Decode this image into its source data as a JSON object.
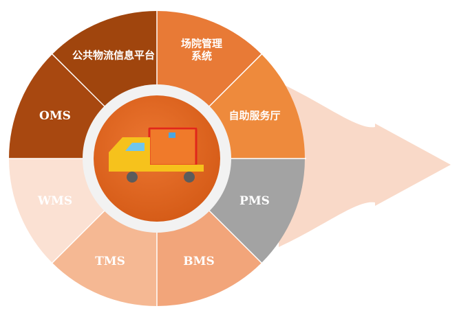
{
  "colors": {
    "arrow": "#f9d9c8",
    "divider": "#ffffff",
    "hub_ring": "#f2f2f2",
    "hub_fill": "#ec7631",
    "hub_fill_dark": "#d45a16"
  },
  "segments": [
    {
      "id": "public-logistics",
      "label_lines": [
        "公共物流信息平台"
      ],
      "fill": "#a0450d",
      "text_color": "#ffffff"
    },
    {
      "id": "yard-management",
      "label_lines": [
        "场院管理",
        "系统"
      ],
      "fill": "#e87a36",
      "text_color": "#ffffff"
    },
    {
      "id": "self-service-hall",
      "label_lines": [
        "自助服务厅"
      ],
      "fill": "#ee8a3c",
      "text_color": "#ffffff"
    },
    {
      "id": "pms",
      "label_lines": [
        "PMS"
      ],
      "fill": "#a3a3a3",
      "text_color": "#ffffff"
    },
    {
      "id": "bms",
      "label_lines": [
        "BMS"
      ],
      "fill": "#f2a57a",
      "text_color": "#ffffff"
    },
    {
      "id": "tms",
      "label_lines": [
        "TMS"
      ],
      "fill": "#f5b893",
      "text_color": "#ffffff"
    },
    {
      "id": "wms",
      "label_lines": [
        "WMS"
      ],
      "fill": "#fbe1d3",
      "text_color": "#ffffff"
    },
    {
      "id": "oms",
      "label_lines": [
        "OMS"
      ],
      "fill": "#a84810",
      "text_color": "#ffffff"
    }
  ],
  "hub": {
    "icon": "truck-icon",
    "truck_colors": {
      "cab": "#f6c21c",
      "window": "#6fc6ee",
      "cargo": "#f07a2a",
      "cargo_border": "#e0271b",
      "cargo_top": "#f2932f",
      "tag": "#4aa6e0",
      "chassis": "#f6c21c",
      "wheel": "#5c5c5c"
    }
  }
}
